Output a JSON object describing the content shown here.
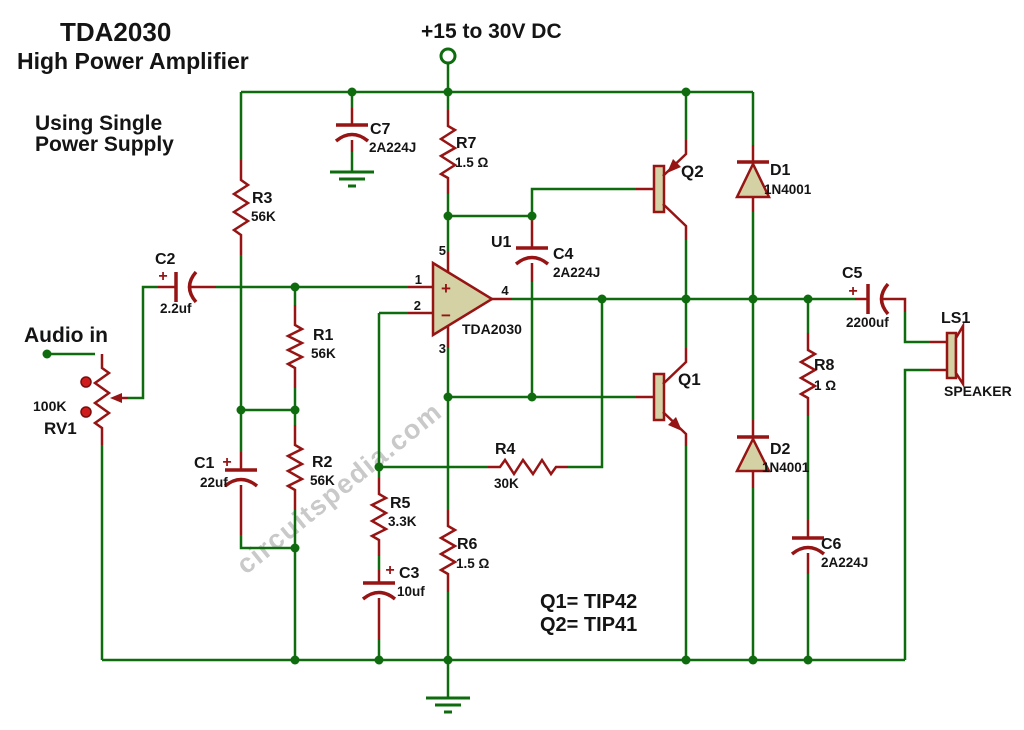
{
  "title": {
    "l1": "TDA2030",
    "l2": "High Power Amplifier",
    "l3": "Using Single",
    "l4": "Power Supply"
  },
  "power_label": "+15 to 30V DC",
  "audio_label": "Audio in",
  "watermark": "circuitspedia.com",
  "notes": {
    "q1": "Q1= TIP42",
    "q2": "Q2= TIP41"
  },
  "sym": {
    "plus": "+",
    "minus": "−"
  },
  "u1": {
    "ref": "U1",
    "part": "TDA2030",
    "p1": "1",
    "p2": "2",
    "p3": "3",
    "p4": "4",
    "p5": "5"
  },
  "rv1": {
    "ref": "RV1",
    "value": "100K"
  },
  "r1": {
    "ref": "R1",
    "value": "56K"
  },
  "r2": {
    "ref": "R2",
    "value": "56K"
  },
  "r3": {
    "ref": "R3",
    "value": "56K"
  },
  "r4": {
    "ref": "R4",
    "value": "30K"
  },
  "r5": {
    "ref": "R5",
    "value": "3.3K"
  },
  "r6": {
    "ref": "R6",
    "value": "1.5 Ω"
  },
  "r7": {
    "ref": "R7",
    "value": "1.5 Ω"
  },
  "r8": {
    "ref": "R8",
    "value": "1 Ω"
  },
  "c1": {
    "ref": "C1",
    "value": "22uf"
  },
  "c2": {
    "ref": "C2",
    "value": "2.2uf"
  },
  "c3": {
    "ref": "C3",
    "value": "10uf"
  },
  "c4": {
    "ref": "C4",
    "value": "2A224J"
  },
  "c5": {
    "ref": "C5",
    "value": "2200uf"
  },
  "c6": {
    "ref": "C6",
    "value": "2A224J"
  },
  "c7": {
    "ref": "C7",
    "value": "2A224J"
  },
  "d1": {
    "ref": "D1",
    "value": "1N4001"
  },
  "d2": {
    "ref": "D2",
    "value": "1N4001"
  },
  "q1": {
    "ref": "Q1"
  },
  "q2": {
    "ref": "Q2"
  },
  "ls1": {
    "ref": "LS1",
    "value": "SPEAKER"
  },
  "colors": {
    "wire_green": "#0e6b0e",
    "component_red": "#961414",
    "body_fill_beige": "#d4d1a5",
    "text_black": "#141414",
    "watermark_gray": "#c9c9c9",
    "background": "#ffffff"
  }
}
